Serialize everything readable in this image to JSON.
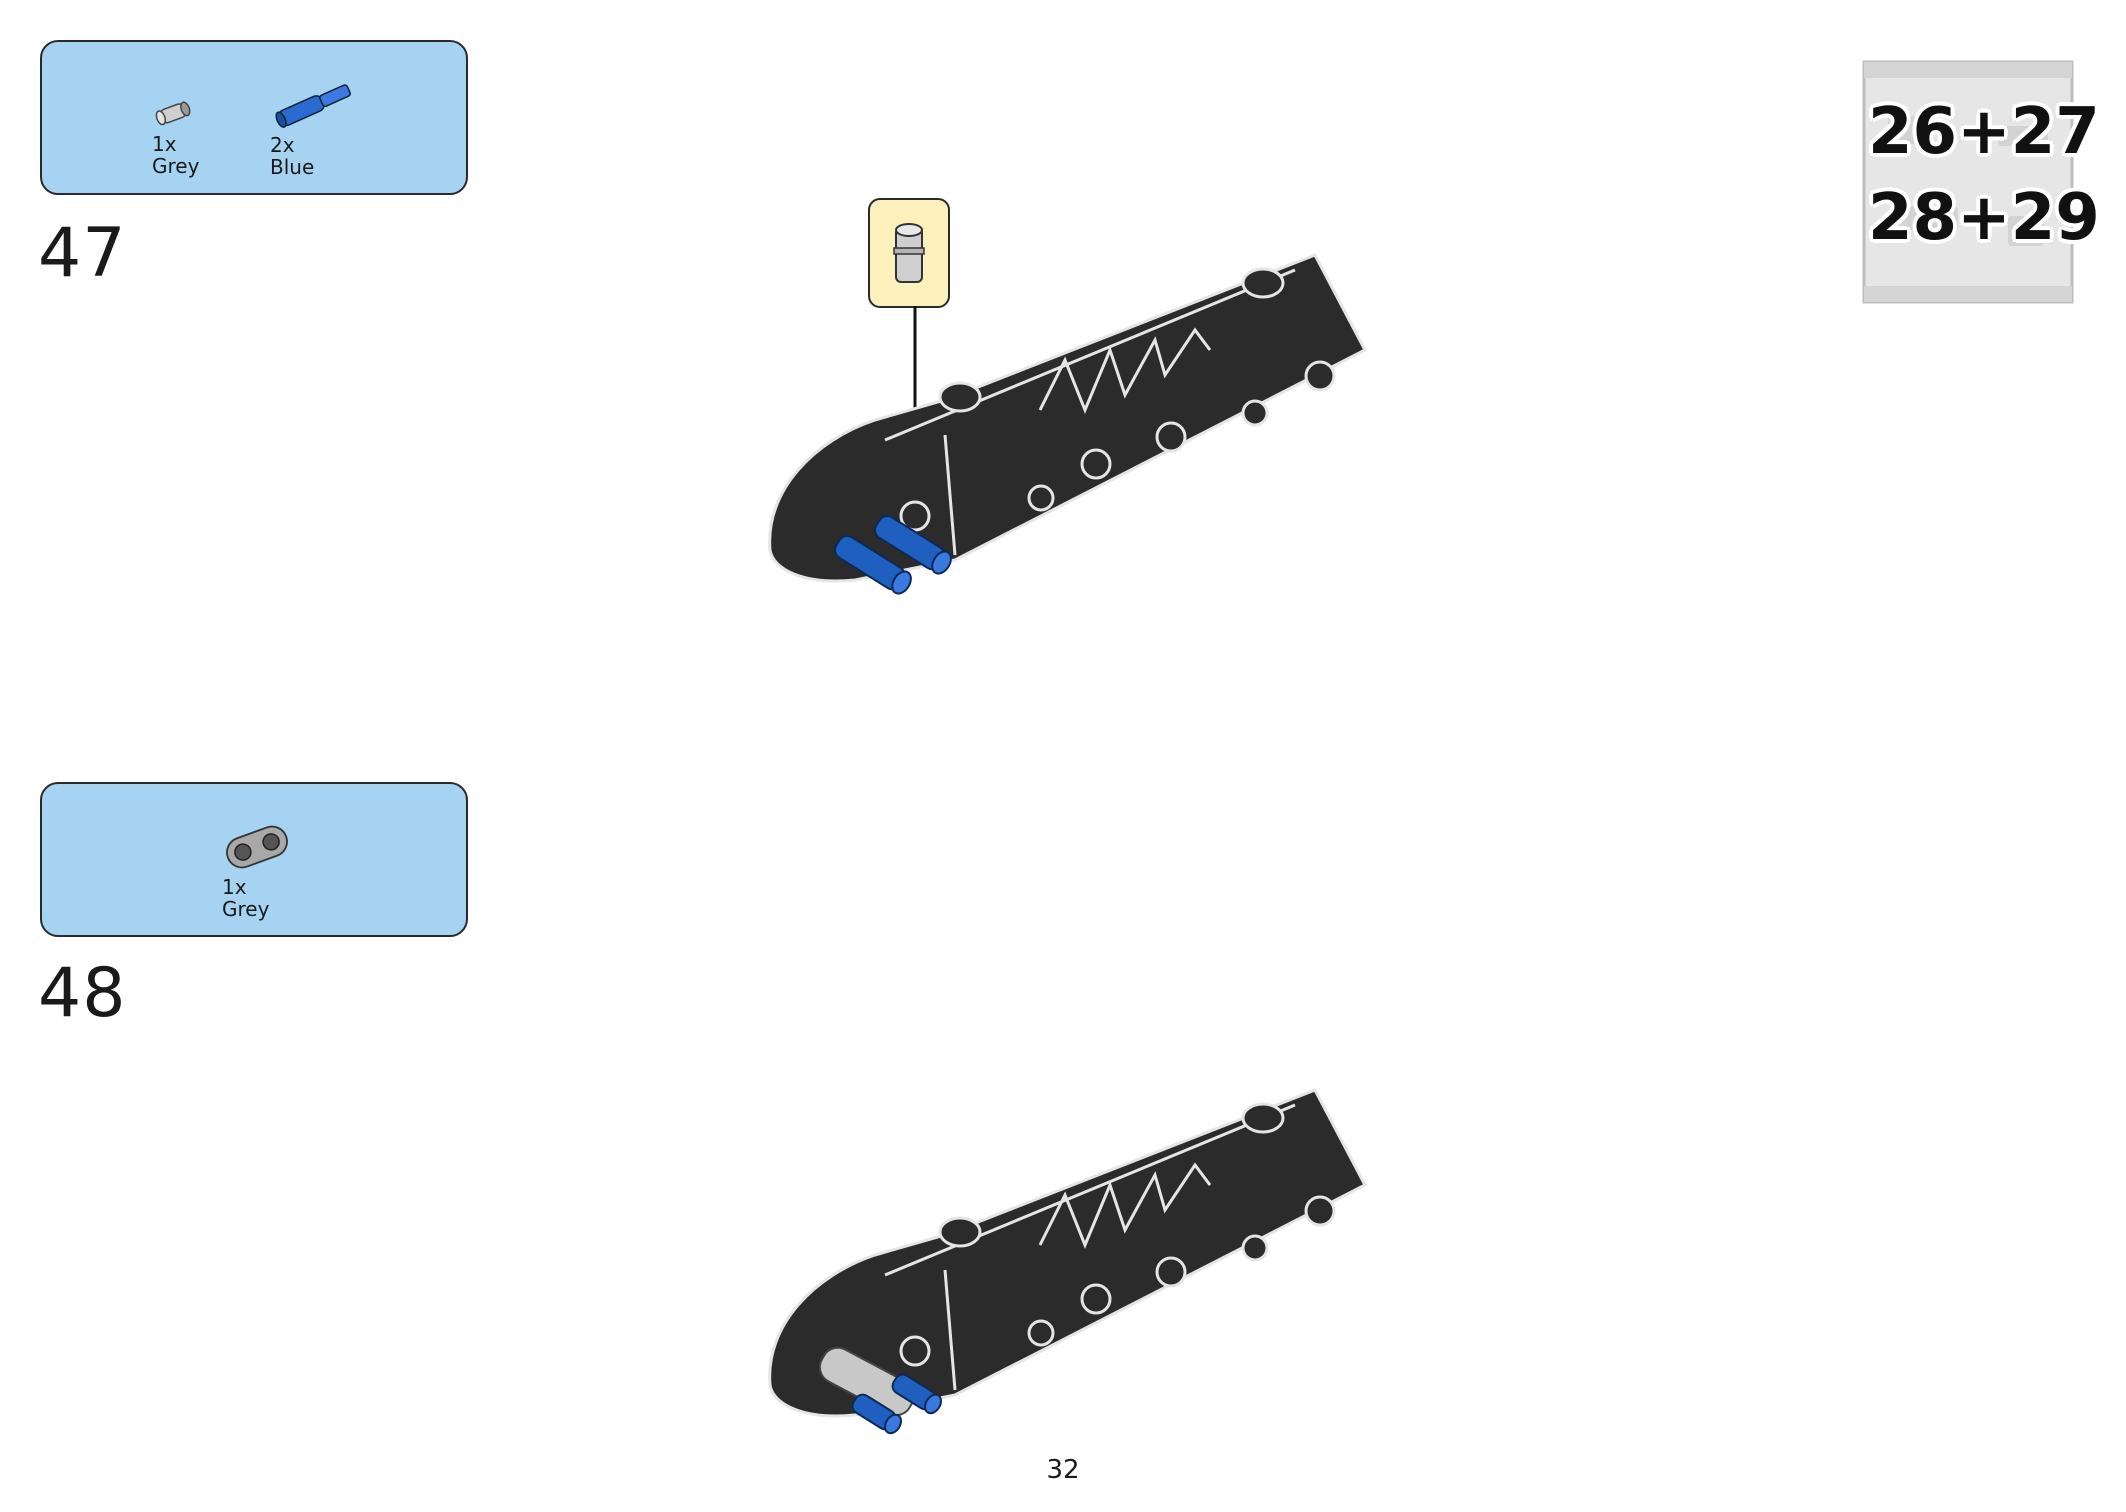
{
  "steps": [
    {
      "number": "47",
      "parts": [
        {
          "qty": "1x",
          "color": "Grey",
          "icon": "grey-connector-pin-icon"
        },
        {
          "qty": "2x",
          "color": "Blue",
          "icon": "blue-axle-pin-icon"
        }
      ]
    },
    {
      "number": "48",
      "parts": [
        {
          "qty": "1x",
          "color": "Grey",
          "icon": "grey-beam-2-icon"
        }
      ]
    }
  ],
  "bag": {
    "line1": "26+27",
    "line2": "28+29"
  },
  "page_number": "32",
  "colors": {
    "parts_panel": "#a7d3f2",
    "callout": "#fcf1bd",
    "model": "#2b2b2b",
    "blue_part": "#1f5fbf",
    "grey_part": "#c8c8c8"
  }
}
